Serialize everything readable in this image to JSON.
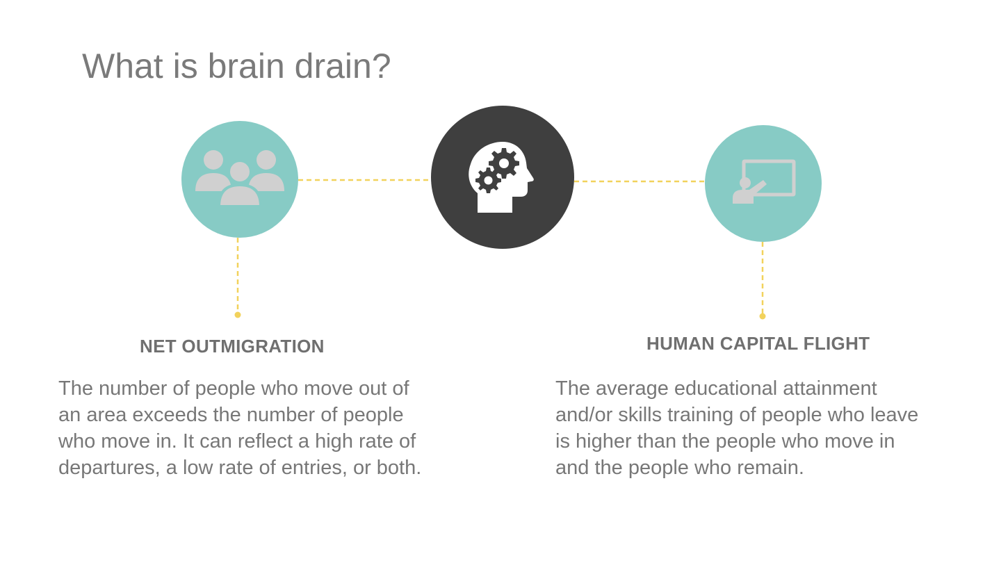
{
  "slide": {
    "title": "What is brain drain?"
  },
  "nodes": {
    "left": {
      "icon": "group-of-people-icon",
      "heading": "NET OUTMIGRATION",
      "description_lines": [
        "The number of people who move out of",
        "an area exceeds the number of people",
        "who move in. It can reflect a high rate of",
        "departures, a low rate of entries, or both."
      ]
    },
    "center": {
      "icon": "head-with-gears-icon"
    },
    "right": {
      "icon": "teacher-at-board-icon",
      "heading": "HUMAN CAPITAL FLIGHT",
      "description_lines": [
        "The average educational attainment",
        "and/or skills training of people who leave",
        "is higher than the people who move in",
        "and the people who remain."
      ]
    }
  },
  "colors": {
    "teal": "#87cbc5",
    "dark": "#3f3f3f",
    "connector": "#f2d25c",
    "icon_gray": "#d0d0d0",
    "text_gray": "#777777"
  }
}
